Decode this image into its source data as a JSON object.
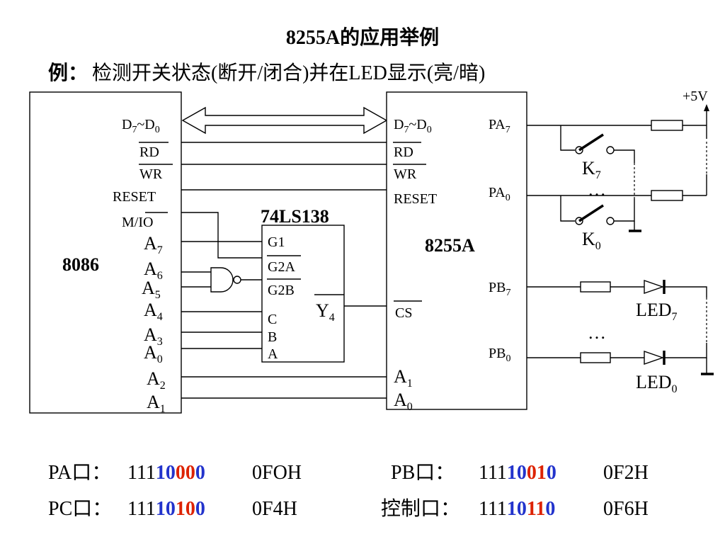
{
  "title": "8255A的应用举例",
  "subtitle_prefix": "例：",
  "subtitle": "检测开关状态(断开/闭合)并在LED显示(亮/暗)",
  "cpu": {
    "name": "8086",
    "pins": {
      "data": "D7~D0",
      "rd": "RD",
      "wr": "WR",
      "reset": "RESET",
      "mio": "M/IO",
      "a7": "A7",
      "a6": "A6",
      "a5": "A5",
      "a4": "A4",
      "a3": "A3",
      "a0": "A0",
      "a2": "A2",
      "a1": "A1"
    }
  },
  "decoder": {
    "name": "74LS138",
    "pins": {
      "g1": "G1",
      "g2a": "G2A",
      "g2b": "G2B",
      "c": "C",
      "b": "B",
      "a": "A",
      "y4": "Y4"
    }
  },
  "ppi": {
    "name": "8255A",
    "pins": {
      "data": "D7~D0",
      "rd": "RD",
      "wr": "WR",
      "reset": "RESET",
      "cs": "CS",
      "a1": "A1",
      "a0": "A0",
      "pa7": "PA7",
      "pa0": "PA0",
      "pb7": "PB7",
      "pb0": "PB0"
    }
  },
  "power": "+5V",
  "switches": {
    "k7": "K7",
    "k0": "K0",
    "ellipsis": "…"
  },
  "leds": {
    "led7": "LED7",
    "led0": "LED0",
    "ellipsis": "…"
  },
  "ports": [
    {
      "label": "PA口：",
      "bits_prefix": "111",
      "bits": [
        {
          "d": "1",
          "c": "blue"
        },
        {
          "d": "0",
          "c": "blue"
        },
        {
          "d": "0",
          "c": "red"
        },
        {
          "d": "0",
          "c": "red"
        },
        {
          "d": "0",
          "c": "blue"
        }
      ],
      "hex": "0FOH"
    },
    {
      "label": "PB口：",
      "bits_prefix": "111",
      "bits": [
        {
          "d": "1",
          "c": "blue"
        },
        {
          "d": "0",
          "c": "blue"
        },
        {
          "d": "0",
          "c": "red"
        },
        {
          "d": "1",
          "c": "red"
        },
        {
          "d": "0",
          "c": "blue"
        }
      ],
      "hex": "0F2H"
    },
    {
      "label": "PC口：",
      "bits_prefix": "111",
      "bits": [
        {
          "d": "1",
          "c": "blue"
        },
        {
          "d": "0",
          "c": "blue"
        },
        {
          "d": "1",
          "c": "red"
        },
        {
          "d": "0",
          "c": "red"
        },
        {
          "d": "0",
          "c": "blue"
        }
      ],
      "hex": "0F4H"
    },
    {
      "label": "控制口：",
      "bits_prefix": "111",
      "bits": [
        {
          "d": "1",
          "c": "blue"
        },
        {
          "d": "0",
          "c": "blue"
        },
        {
          "d": "1",
          "c": "red"
        },
        {
          "d": "1",
          "c": "red"
        },
        {
          "d": "0",
          "c": "blue"
        }
      ],
      "hex": "0F6H"
    }
  ],
  "colors": {
    "blue": "#2233cc",
    "red": "#dd2200"
  }
}
